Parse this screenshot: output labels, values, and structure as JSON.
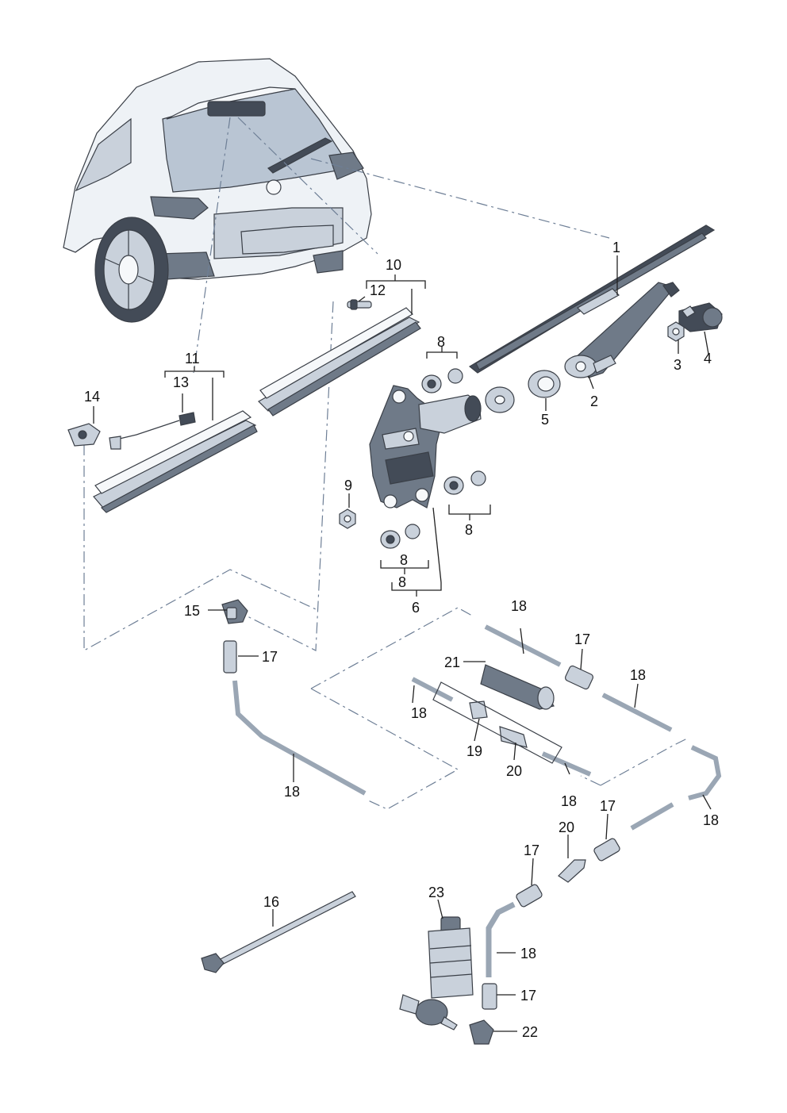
{
  "callouts": {
    "c1": "1",
    "c2": "2",
    "c3": "3",
    "c4": "4",
    "c5": "5",
    "c6": "6",
    "c8a": "8",
    "c8b": "8",
    "c8c": "8",
    "c8d": "8",
    "c9": "9",
    "c10": "10",
    "c11": "11",
    "c12": "12",
    "c13": "13",
    "c14": "14",
    "c15": "15",
    "c16": "16",
    "c17a": "17",
    "c17b": "17",
    "c17c": "17",
    "c17d": "17",
    "c17e": "17",
    "c18a": "18",
    "c18b": "18",
    "c18c": "18",
    "c18d": "18",
    "c18e": "18",
    "c18f": "18",
    "c18g": "18",
    "c19": "19",
    "c20a": "20",
    "c20b": "20",
    "c21": "21",
    "c22": "22",
    "c23": "23"
  },
  "colors": {
    "part_outline": "#3a3f47",
    "part_fill": "#c9d1db",
    "phantom_line": "#6e7f96",
    "background": "#ffffff"
  }
}
